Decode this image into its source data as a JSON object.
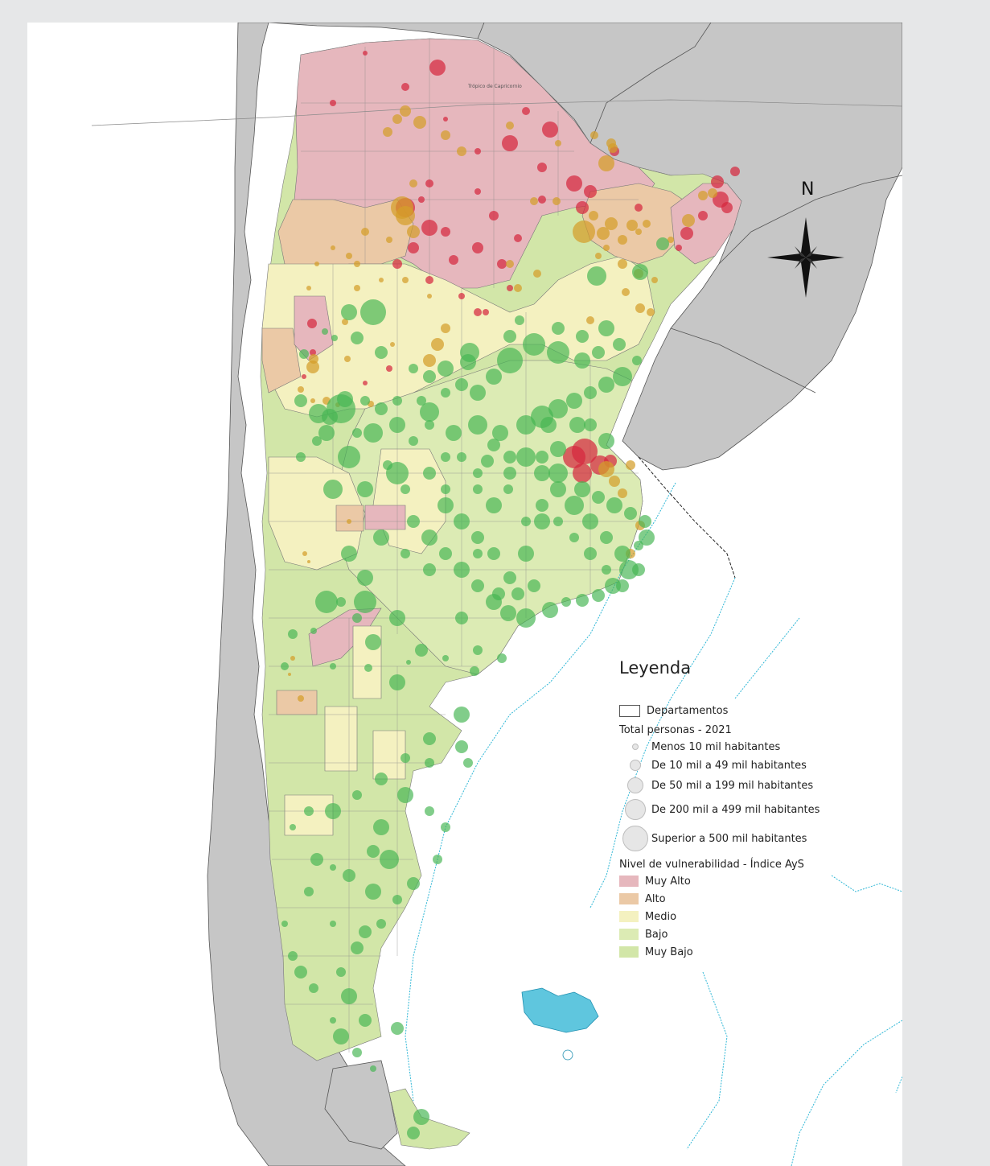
{
  "map": {
    "north_label": "N",
    "tropic_label": "Trópico de Capricornio",
    "colors": {
      "muy_alto": "#e6b7bd",
      "alto": "#ebc9a6",
      "medio": "#f4f1c0",
      "bajo": "#dcebb4",
      "muy_bajo": "#d2e6a8",
      "neighbour_land": "#c6c6c6",
      "bubble_red": "#d6283f",
      "bubble_orange": "#d49e2a",
      "bubble_green": "#46b553"
    }
  },
  "legend": {
    "title": "Leyenda",
    "departamentos_label": "Departamentos",
    "population": {
      "title": "Total personas - 2021",
      "classes": [
        {
          "label": "Menos 10 mil habitantes",
          "size": 1
        },
        {
          "label": "De 10 mil a 49 mil habitantes",
          "size": 2
        },
        {
          "label": "De 50 mil a 199 mil habitantes",
          "size": 3
        },
        {
          "label": "De 200 mil a 499 mil habitantes",
          "size": 4
        },
        {
          "label": "Superior a 500 mil habitantes",
          "size": 5
        }
      ]
    },
    "vulnerability": {
      "title": "Nivel de vulnerabilidad - Índice AyS",
      "classes": [
        {
          "label": "Muy Alto",
          "color": "#e6b7bd"
        },
        {
          "label": "Alto",
          "color": "#ebc9a6"
        },
        {
          "label": "Medio",
          "color": "#f4f1c0"
        },
        {
          "label": "Bajo",
          "color": "#dcebb4"
        },
        {
          "label": "Muy Bajo",
          "color": "#d2e6a8"
        }
      ]
    }
  }
}
